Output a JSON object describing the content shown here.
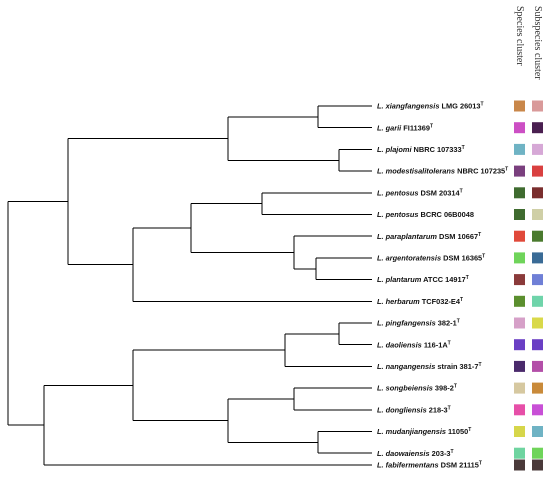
{
  "column_headers": [
    "Species cluster",
    "Subspecies cluster"
  ],
  "taxa": [
    {
      "genus": "L. xiangfangensis",
      "strain": "LMG 26013",
      "type_strain": true,
      "species_color": "#c9874a",
      "subspecies_color": "#d99a9a"
    },
    {
      "genus": "L. garii",
      "strain": "FI11369",
      "type_strain": true,
      "species_color": "#cc4fc4",
      "subspecies_color": "#4a1f50"
    },
    {
      "genus": "L. plajomi",
      "strain": "NBRC 107333",
      "type_strain": true,
      "species_color": "#6fb3c4",
      "subspecies_color": "#d6a8d6"
    },
    {
      "genus": "L. modestisalitolerans",
      "strain": "NBRC 107235",
      "type_strain": true,
      "species_color": "#7a3f7e",
      "subspecies_color": "#d94040"
    },
    {
      "genus": "L. pentosus",
      "strain": "DSM 20314",
      "type_strain": true,
      "species_color": "#3f6b2f",
      "subspecies_color": "#7a2e2e"
    },
    {
      "genus": "L. pentosus",
      "strain": "BCRC 06B0048",
      "type_strain": false,
      "species_color": "#3f6b2f",
      "subspecies_color": "#cfcfa6"
    },
    {
      "genus": "L. paraplantarum",
      "strain": "DSM 10667",
      "type_strain": true,
      "species_color": "#e0493a",
      "subspecies_color": "#4a7a2e"
    },
    {
      "genus": "L. argentoratensis",
      "strain": "DSM 16365",
      "type_strain": true,
      "species_color": "#6fd45a",
      "subspecies_color": "#3a6b96"
    },
    {
      "genus": "L. plantarum",
      "strain": "ATCC 14917",
      "type_strain": true,
      "species_color": "#8a3a3a",
      "subspecies_color": "#6f7fd6"
    },
    {
      "genus": "L. herbarum",
      "strain": "TCF032-E4",
      "type_strain": true,
      "species_color": "#5b8f2e",
      "subspecies_color": "#6fd4aa"
    },
    {
      "genus": "L. pingfangensis",
      "strain": "382-1",
      "type_strain": true,
      "species_color": "#d6a0c8",
      "subspecies_color": "#d9d94a"
    },
    {
      "genus": "L. daoliensis",
      "strain": "116-1A",
      "type_strain": true,
      "species_color": "#6a3fc4",
      "subspecies_color": "#6a3fc4"
    },
    {
      "genus": "L. nangangensis",
      "strain": "strain 381-7",
      "type_strain": true,
      "species_color": "#4a2a6b",
      "subspecies_color": "#b34fa8"
    },
    {
      "genus": "L. songbeiensis",
      "strain": "398-2",
      "type_strain": true,
      "species_color": "#d6c8a0",
      "subspecies_color": "#c98a3a"
    },
    {
      "genus": "L. dongliensis",
      "strain": "218-3",
      "type_strain": true,
      "species_color": "#e64fa8",
      "subspecies_color": "#c84fd6"
    },
    {
      "genus": "L. mudanjiangensis",
      "strain": "11050",
      "type_strain": true,
      "species_color": "#d6d64a",
      "subspecies_color": "#6fb3c4"
    },
    {
      "genus": "L. daowaiensis",
      "strain": "203-3",
      "type_strain": true,
      "species_color": "#6fd4a0",
      "subspecies_color": "#6fd45a"
    },
    {
      "genus": "L. fabifermentans",
      "strain": "DSM 21115",
      "type_strain": true,
      "species_color": "#4a3a3a",
      "subspecies_color": "#4a3a3a"
    }
  ],
  "type_marker": "T"
}
